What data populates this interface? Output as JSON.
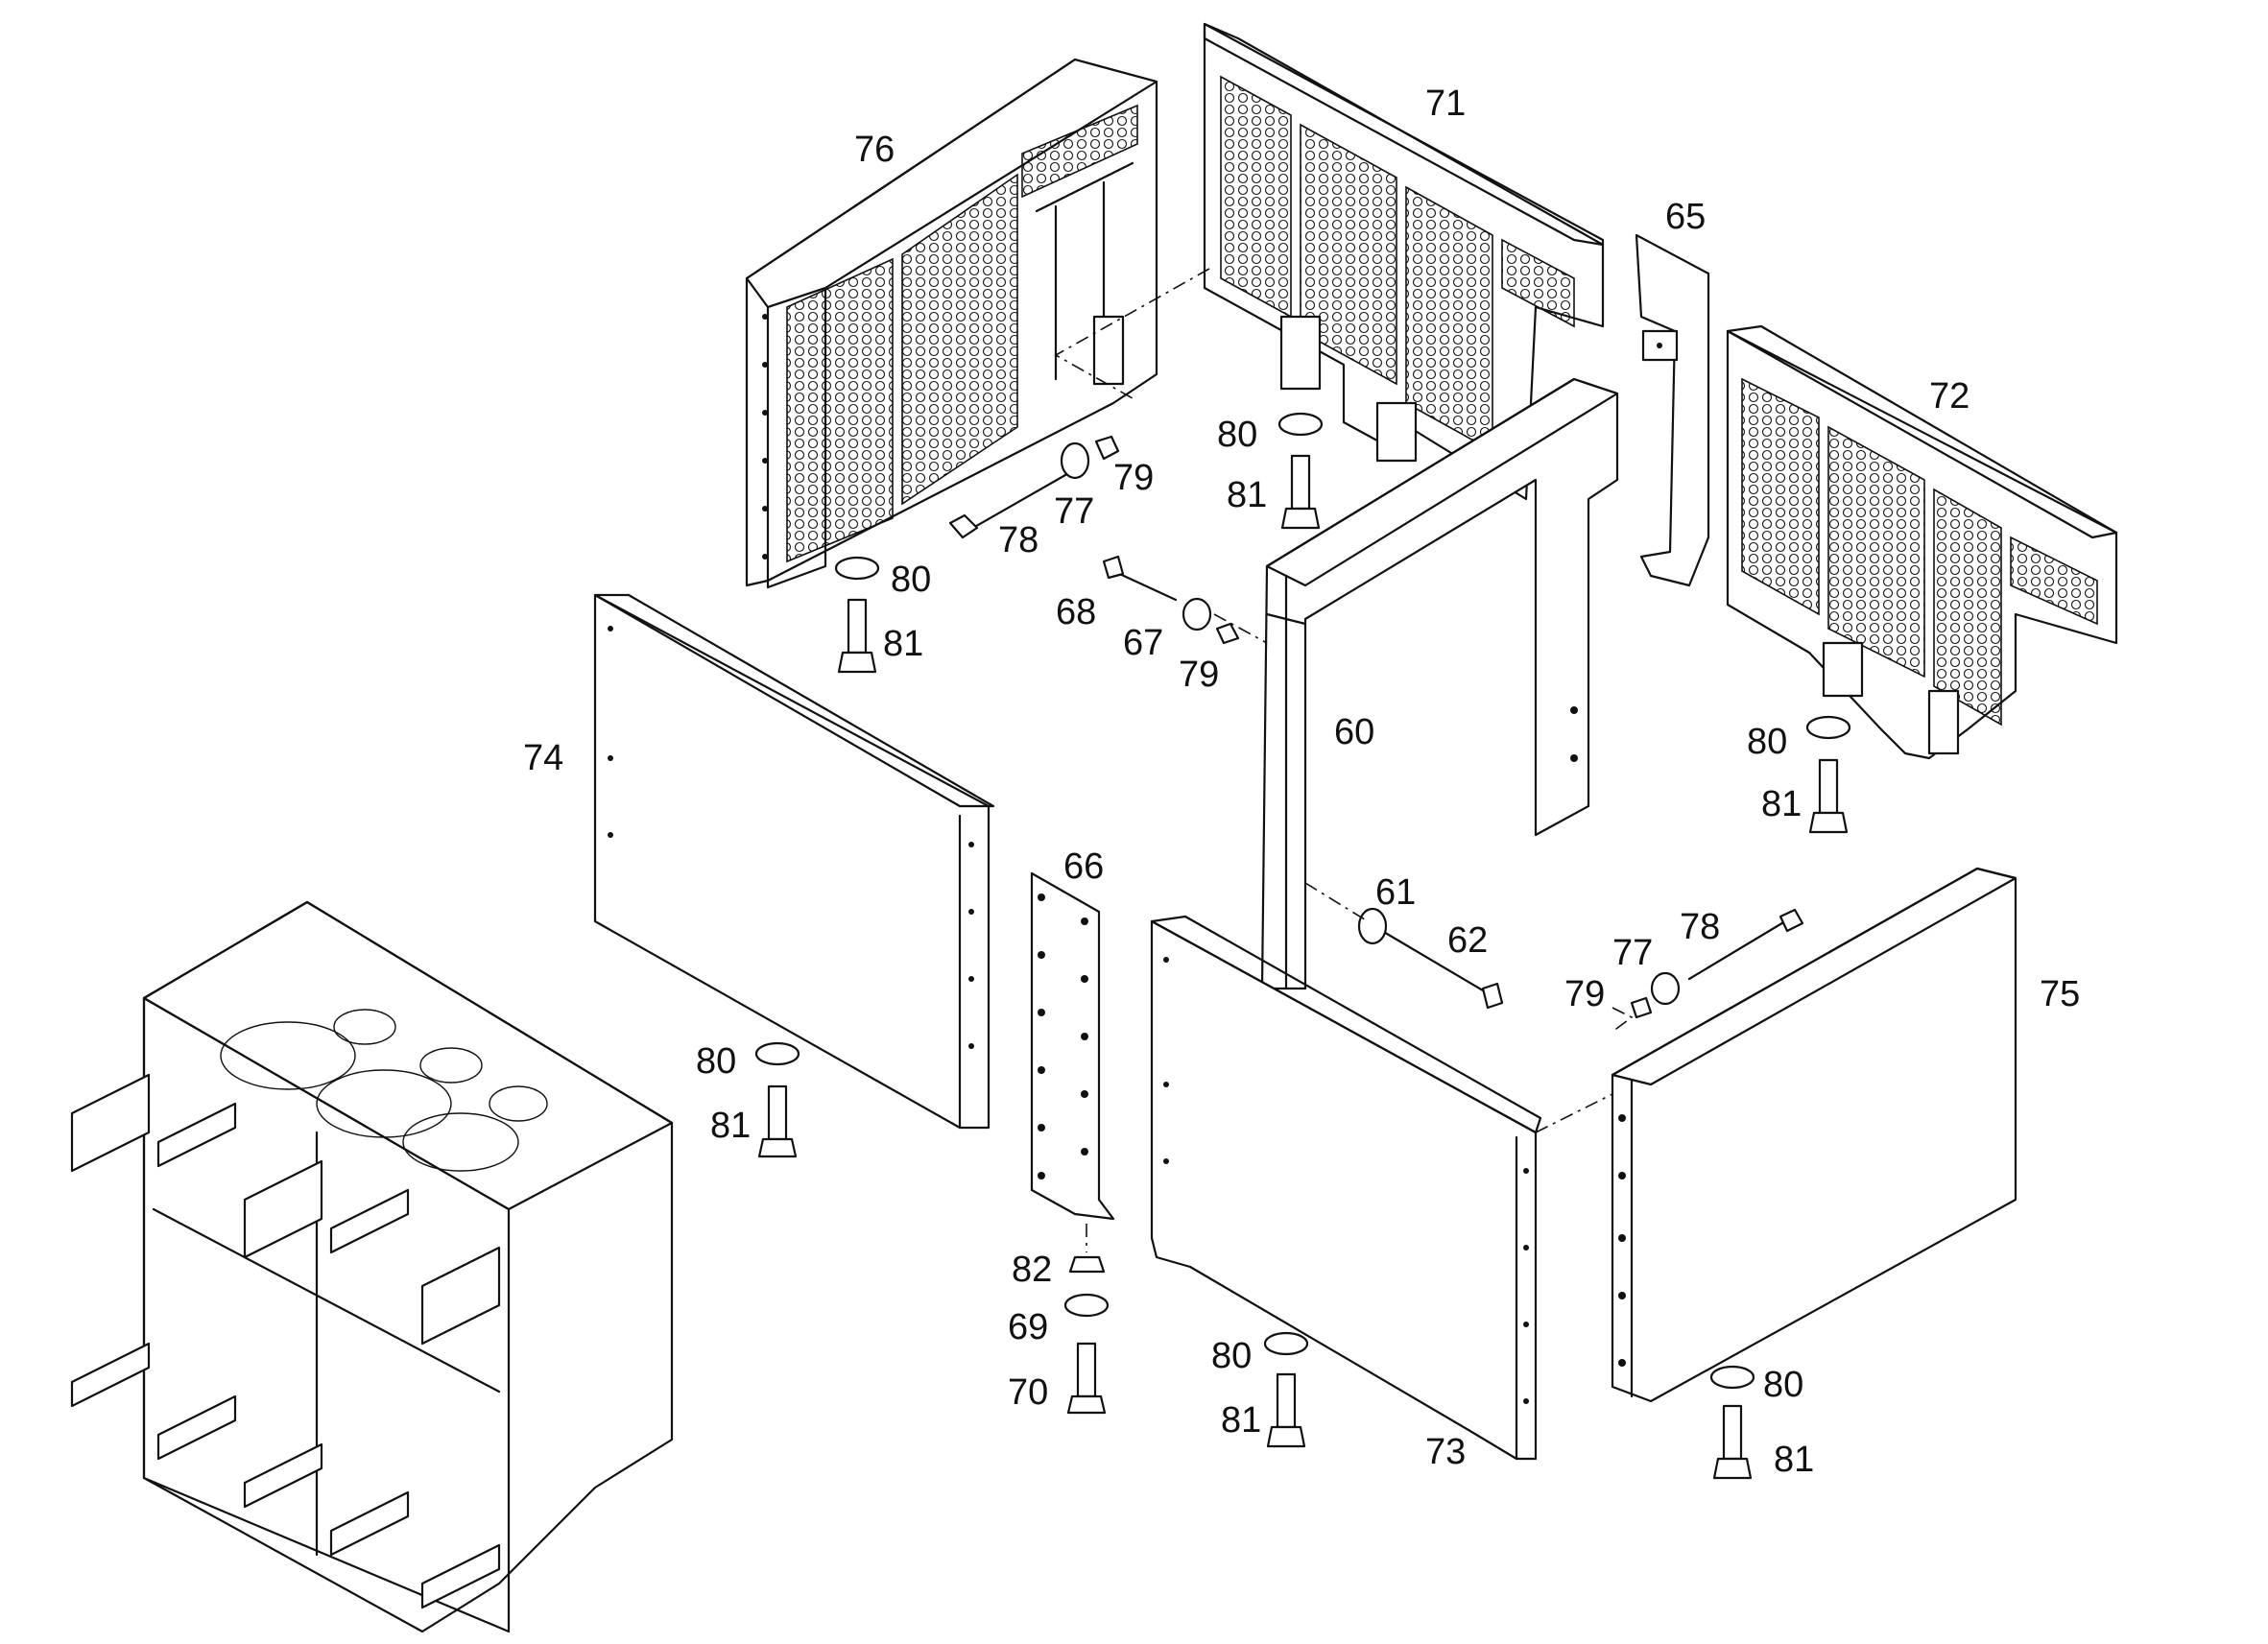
{
  "callouts": {
    "c60": "60",
    "c61": "61",
    "c62": "62",
    "c65": "65",
    "c66": "66",
    "c67": "67",
    "c68": "68",
    "c69": "69",
    "c70": "70",
    "c71": "71",
    "c72": "72",
    "c73": "73",
    "c74": "74",
    "c75": "75",
    "c76": "76",
    "c77a": "77",
    "c77b": "77",
    "c78a": "78",
    "c78b": "78",
    "c79a": "79",
    "c79b": "79",
    "c79c": "79",
    "c80a": "80",
    "c80b": "80",
    "c80c": "80",
    "c80d": "80",
    "c80e": "80",
    "c80f": "80",
    "c81a": "81",
    "c81b": "81",
    "c81c": "81",
    "c81d": "81",
    "c81e": "81",
    "c81f": "81",
    "c82": "82"
  },
  "colors": {
    "line": "#111111",
    "background": "#ffffff"
  }
}
